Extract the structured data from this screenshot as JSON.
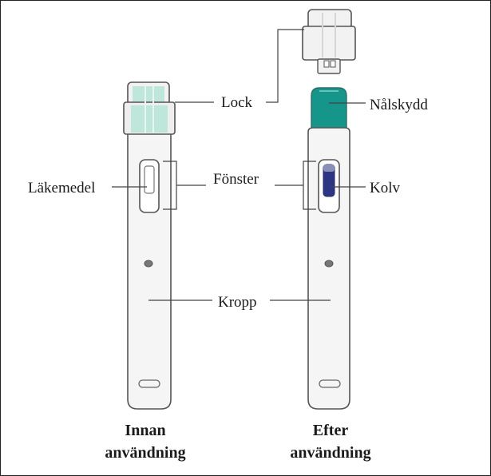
{
  "labels": {
    "lock": "Lock",
    "nalskydd": "Nålskydd",
    "lakemedel": "Läkemedel",
    "fonster": "Fönster",
    "kolv": "Kolv",
    "kropp": "Kropp"
  },
  "captions": {
    "before_line1": "Innan",
    "before_line2": "användning",
    "after_line1": "Efter",
    "after_line2": "användning"
  },
  "colors": {
    "medicine_window": "#bfe3d8",
    "cap_tint": "#bfe6da",
    "needle_shield": "#16968a",
    "plunger": "#2d3585",
    "outline": "#555555"
  }
}
